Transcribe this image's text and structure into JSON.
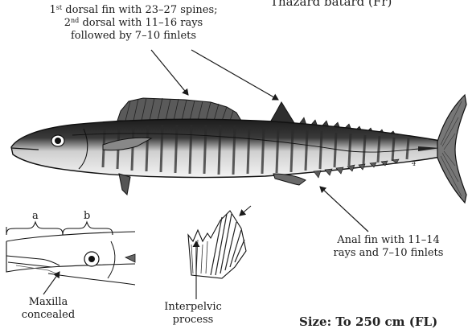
{
  "header": {
    "species_partial": "Thazard batard (Fr)"
  },
  "footer": {
    "size_partial": "Size: To 250 cm (FL)"
  },
  "annotations": {
    "dorsal": {
      "line1_ord": "1",
      "line1_sup": "st",
      "line1_rest": " dorsal fin with 23–27 spines;",
      "line2_ord": "2",
      "line2_sup": "nd",
      "line2_rest": " dorsal with 11–16 rays",
      "line3": "followed by 7–10 finlets"
    },
    "anal": {
      "line1": "Anal fin with 11–14",
      "line2": "rays and 7–10 finlets"
    },
    "head_detail": {
      "label_a": "a",
      "label_b": "b",
      "maxilla_line1": "Maxilla",
      "maxilla_line2": "concealed"
    },
    "interpelvic": {
      "line1": "Interpelvic",
      "line2": "process"
    }
  }
}
